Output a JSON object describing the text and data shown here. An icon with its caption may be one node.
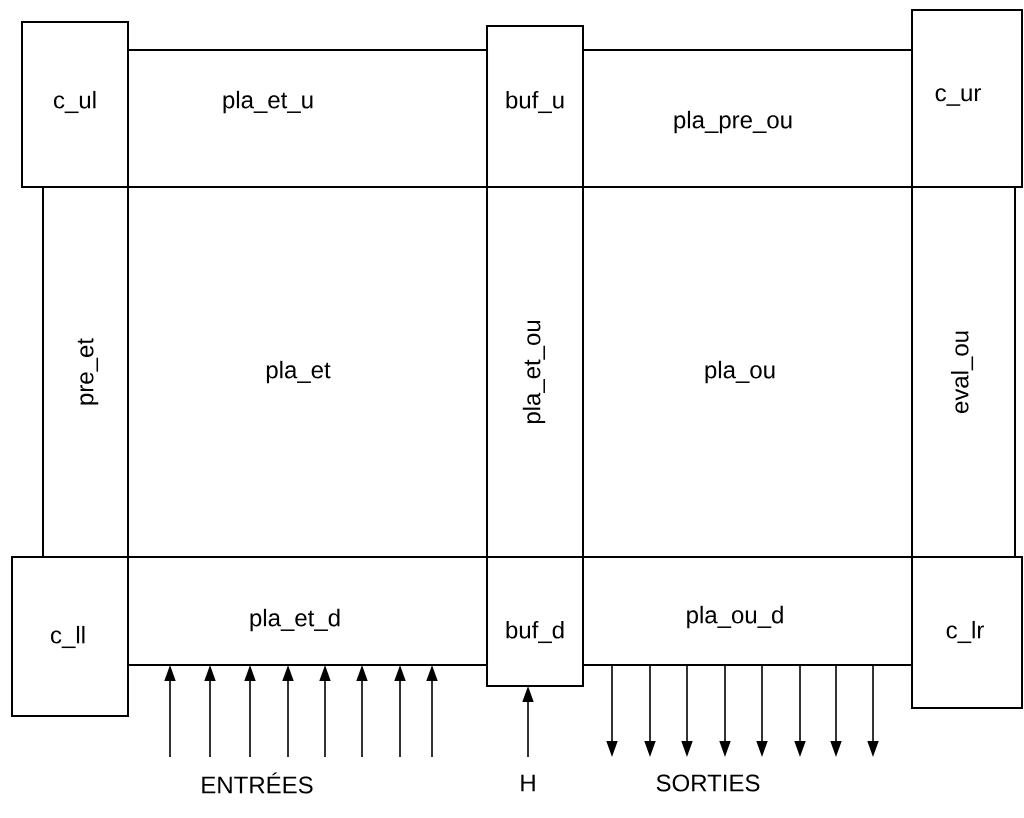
{
  "diagram": {
    "nodes": [
      {
        "text": [
          "c_ul"
        ]
      },
      {
        "text": [
          "pla_et_u"
        ]
      },
      {
        "text": [
          "buf_u"
        ]
      },
      {
        "text": [
          "pla_pre_ou"
        ]
      },
      {
        "text": [
          "c_ur"
        ]
      },
      {
        "text": [
          "pre_et"
        ]
      },
      {
        "text": [
          "pla_et"
        ]
      },
      {
        "text": [
          "pla_et_ou"
        ]
      },
      {
        "text": [
          "pla_ou"
        ]
      },
      {
        "text": [
          "eval_ou"
        ]
      },
      {
        "text": [
          "c_ll"
        ]
      },
      {
        "text": [
          "pla_et_d"
        ]
      },
      {
        "text": [
          "buf_d"
        ]
      },
      {
        "text": [
          "pla_ou_d"
        ]
      },
      {
        "text": [
          "c_lr"
        ]
      }
    ],
    "edges": [
      {
        "from": null,
        "to": 11,
        "arrow": "to"
      },
      {
        "from": null,
        "to": 11,
        "arrow": "to"
      },
      {
        "from": null,
        "to": 11,
        "arrow": "to"
      },
      {
        "from": null,
        "to": 11,
        "arrow": "to"
      },
      {
        "from": null,
        "to": 11,
        "arrow": "to"
      },
      {
        "from": null,
        "to": 11,
        "arrow": "to"
      },
      {
        "from": null,
        "to": 11,
        "arrow": "to"
      },
      {
        "from": null,
        "to": 11,
        "arrow": "to"
      },
      {
        "from": null,
        "to": 12,
        "arrow": "to"
      },
      {
        "from": 13,
        "to": null,
        "arrow": "to"
      },
      {
        "from": 13,
        "to": null,
        "arrow": "to"
      },
      {
        "from": 13,
        "to": null,
        "arrow": "to"
      },
      {
        "from": 13,
        "to": null,
        "arrow": "to"
      },
      {
        "from": 13,
        "to": null,
        "arrow": "to"
      },
      {
        "from": 13,
        "to": null,
        "arrow": "to"
      },
      {
        "from": 13,
        "to": null,
        "arrow": "to"
      },
      {
        "from": 13,
        "to": null,
        "arrow": "to"
      }
    ],
    "labels": [
      "ENTRÉES",
      "H",
      "SORTIES"
    ]
  }
}
